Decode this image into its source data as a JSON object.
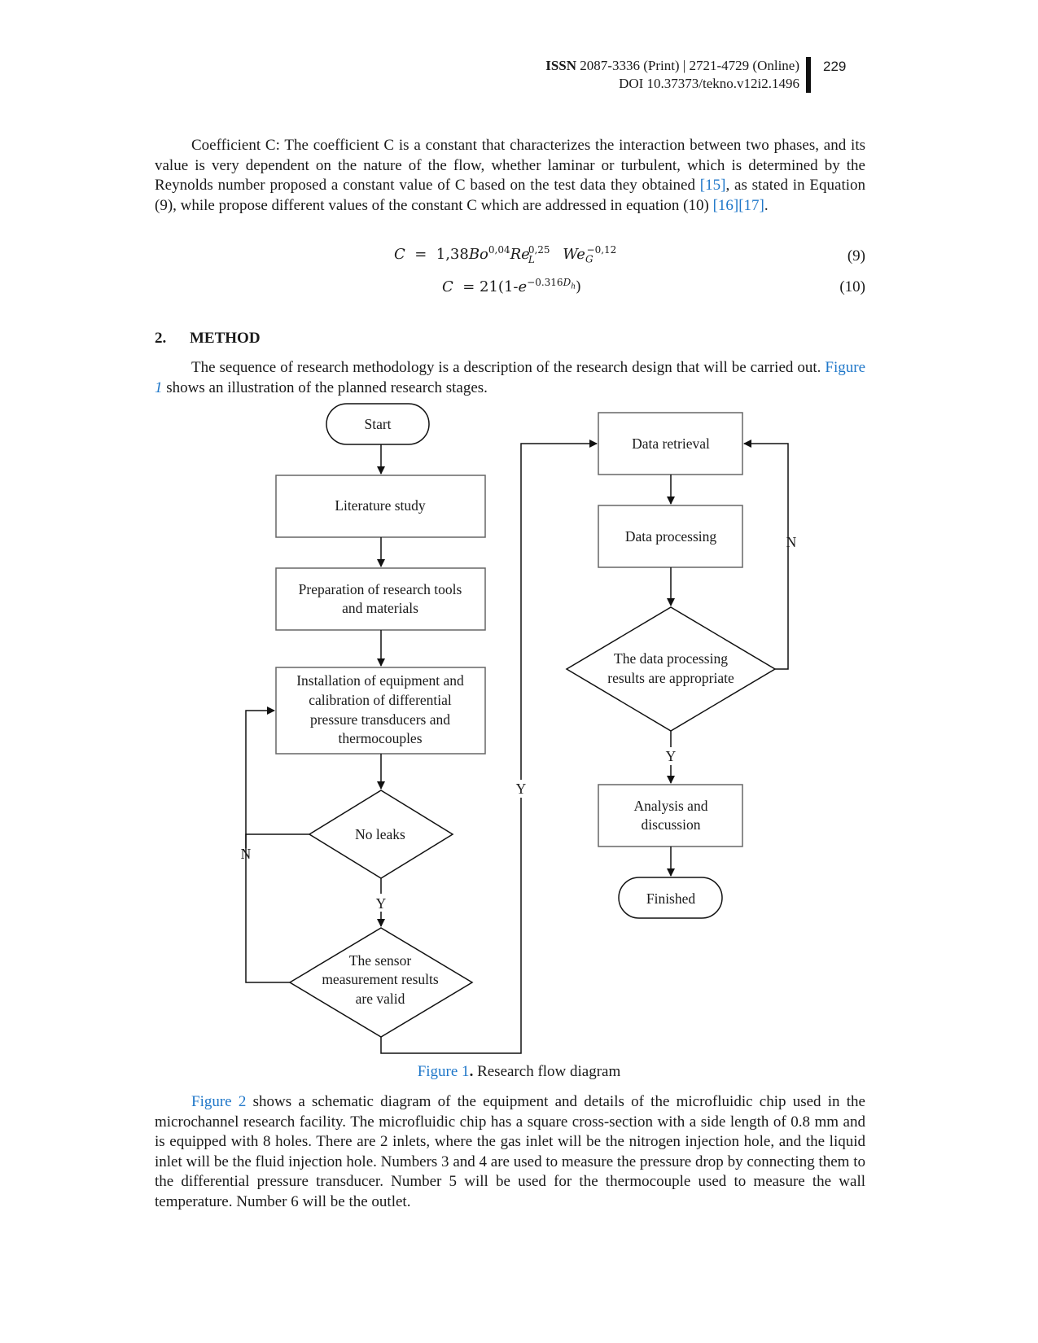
{
  "header": {
    "issn_label": "ISSN",
    "issn_values": "2087-3336 (Print) | 2721-4729 (Online)",
    "doi": "DOI 10.37373/tekno.v12i2.1496",
    "page_number": "229"
  },
  "intro": {
    "text1": "Coefficient C: The coefficient C is a constant that characterizes the interaction between two phases, and its value is very dependent on the nature of the flow, whether laminar or turbulent, which is determined by the Reynolds number proposed a constant value of C based on the test data they obtained",
    "ref1": "[15]",
    "text2": ", as stated in Equation (9), while propose different values of the constant C which are addressed in equation (10)",
    "ref2": "[16][17]",
    "text3": "."
  },
  "equations": {
    "eq9_number": "(9)",
    "eq10_number": "(10)"
  },
  "section": {
    "number": "2.",
    "title": "METHOD"
  },
  "method_para": {
    "text1": "The sequence of research methodology is a description of the research design that will be carried out.",
    "fig_link": "Figure",
    "fig_num": "1",
    "text2": "shows an illustration of the planned research stages."
  },
  "flowchart": {
    "start": "Start",
    "literature": "Literature study",
    "prep_line1": "Preparation of research tools",
    "prep_line2": "and materials",
    "install_line1": "Installation of equipment and",
    "install_line2": "calibration of differential",
    "install_line3": "pressure transducers and",
    "install_line4": "thermocouples",
    "no_leaks": "No leaks",
    "sensor_line1": "The sensor",
    "sensor_line2": "measurement results",
    "sensor_line3": "are valid",
    "data_retrieval": "Data retrieval",
    "data_processing": "Data processing",
    "appropriate_line1": "The data processing",
    "appropriate_line2": "results are appropriate",
    "analysis_line1": "Analysis and",
    "analysis_line2": "discussion",
    "finished": "Finished",
    "label_y": "Y",
    "label_n": "N"
  },
  "caption": {
    "fig_link": "Figure 1",
    "dot": ".",
    "text": " Research flow diagram"
  },
  "fig2_para": {
    "fig_link": "Figure 2",
    "text": " shows a schematic diagram of the equipment and details of the microfluidic chip used in the microchannel research facility. The microfluidic chip has a square cross-section with a side length of 0.8 mm and is equipped with 8 holes. There are 2 inlets, where the gas inlet will be the nitrogen injection hole, and the liquid inlet will be the fluid injection hole. Numbers 3 and 4 are used to measure the pressure drop by connecting them to the differential pressure transducer. Number 5 will be used for the thermocouple used to measure the wall temperature. Number 6 will be the outlet."
  }
}
